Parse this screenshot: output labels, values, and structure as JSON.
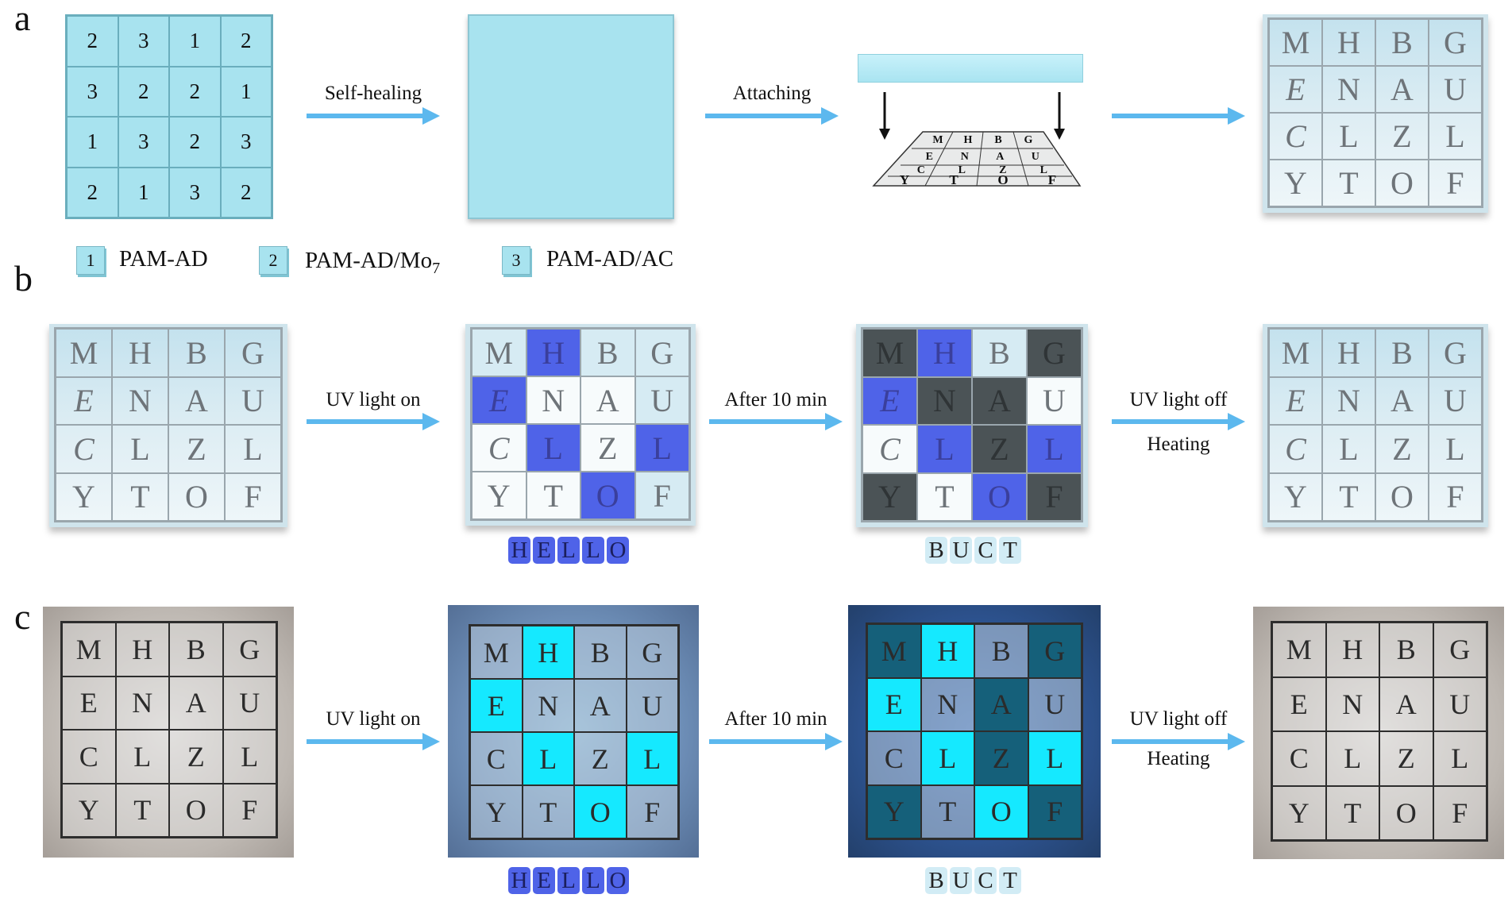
{
  "panels": {
    "a": "a",
    "b": "b",
    "c": "c"
  },
  "number_grid": [
    "2",
    "3",
    "1",
    "2",
    "3",
    "2",
    "2",
    "1",
    "1",
    "3",
    "2",
    "3",
    "2",
    "1",
    "3",
    "2"
  ],
  "letters": [
    "M",
    "H",
    "B",
    "G",
    "E",
    "N",
    "A",
    "U",
    "C",
    "L",
    "Z",
    "L",
    "Y",
    "T",
    "O",
    "F"
  ],
  "legend": [
    {
      "num": "1",
      "label": "PAM-AD"
    },
    {
      "num": "2",
      "label": "PAM-AD/Mo",
      "sub": "7"
    },
    {
      "num": "3",
      "label": "PAM-AD/AC"
    }
  ],
  "arrows": {
    "self_healing": "Self-healing",
    "attaching": "Attaching",
    "uv_on": "UV light on",
    "after_10": "After 10 min",
    "uv_off": "UV light off",
    "heating": "Heating"
  },
  "words": {
    "hello": [
      "H",
      "E",
      "L",
      "L",
      "O"
    ],
    "buct": [
      "B",
      "U",
      "C",
      "T"
    ]
  },
  "colors": {
    "arrow": "#5cb8ee",
    "gel": "#a8e3ef",
    "blue_state": "#4f63e8",
    "gray_state": "#4b5356",
    "glow": "#15e9ff"
  }
}
